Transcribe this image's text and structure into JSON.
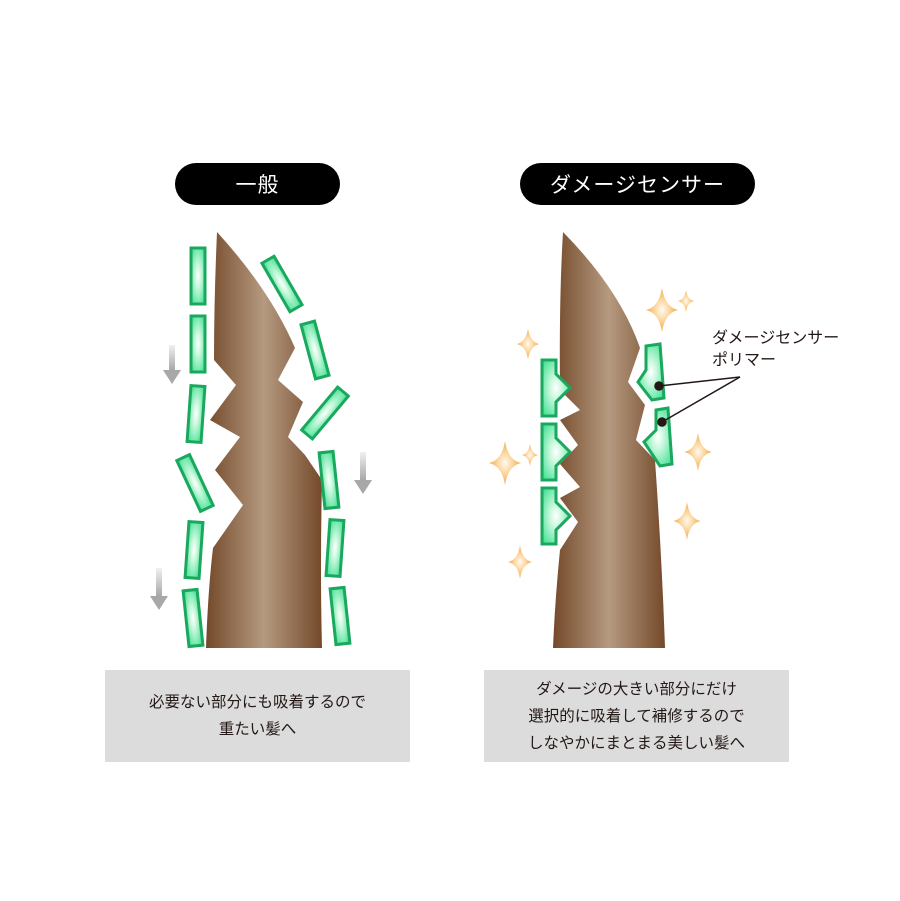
{
  "left_panel": {
    "title": "一般",
    "caption_lines": [
      "必要ない部分にも吸着するので",
      "重たい髪へ"
    ]
  },
  "right_panel": {
    "title": "ダメージセンサー",
    "callout_lines": [
      "ダメージセンサー",
      "ポリマー"
    ],
    "caption_lines": [
      "ダメージの大きい部分にだけ",
      "選択的に吸着して補修するので",
      "しなやかにまとまる美しい髪へ"
    ]
  },
  "colors": {
    "hair_dark": "#7a5230",
    "hair_light": "#b59a80",
    "polymer_fill": "#5ee8a4",
    "polymer_edge": "#1aa85e",
    "sparkle": "#f4b860",
    "arrow": "#b0b0b0",
    "caption_bg": "#dcdcdc",
    "pill_bg": "#000000"
  },
  "icons": [
    "hair-strand",
    "polymer-segment",
    "down-arrow-icon",
    "sparkle-icon",
    "callout-dot"
  ]
}
